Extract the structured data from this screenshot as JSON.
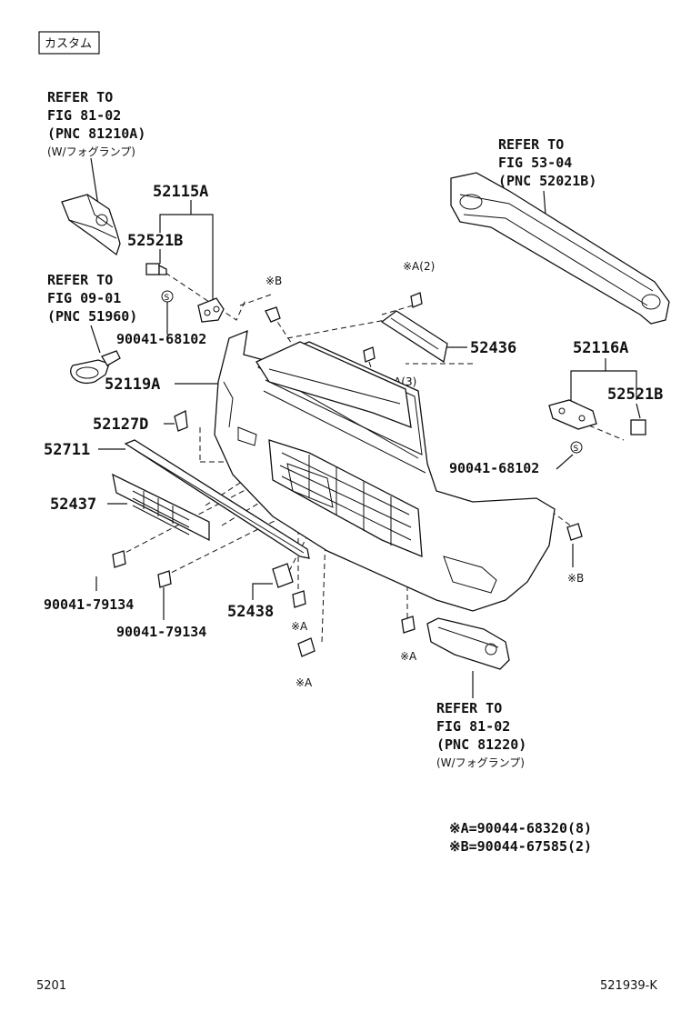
{
  "tag": "カスタム",
  "refs": {
    "fog_left": {
      "line1": "REFER TO",
      "line2": "FIG 81-02",
      "line3": "(PNC 81210A)",
      "note": "(W/フォグランプ)"
    },
    "hook": {
      "line1": "REFER TO",
      "line2": "FIG 09-01",
      "line3": "(PNC 51960)"
    },
    "reinf": {
      "line1": "REFER TO",
      "line2": "FIG 53-04",
      "line3": "(PNC 52021B)"
    },
    "fog_right": {
      "line1": "REFER TO",
      "line2": "FIG 81-02",
      "line3": "(PNC 81220)",
      "note": "(W/フォグランプ)"
    }
  },
  "parts": {
    "p52115A": "52115A",
    "p52521B_l": "52521B",
    "p90041_68102_l": "90041-68102",
    "p52119A": "52119A",
    "p52127D": "52127D",
    "p52711": "52711",
    "p52437": "52437",
    "p90041_79134_a": "90041-79134",
    "p90041_79134_b": "90041-79134",
    "p52438": "52438",
    "p52436": "52436",
    "p52116A": "52116A",
    "p52521B_r": "52521B",
    "p90041_68102_r": "90041-68102"
  },
  "callouts": {
    "b_top": "※B",
    "a2": "※A(2)",
    "a3": "※A(3)",
    "b_right": "※B",
    "a_lower1": "※A",
    "a_lower2": "※A",
    "a_right": "※A",
    "s_left": "S",
    "s_right": "S"
  },
  "legend": {
    "a": "※A=90044-68320(8)",
    "b": "※B=90044-67585(2)"
  },
  "footer": {
    "left": "5201",
    "right": "521939-K"
  }
}
